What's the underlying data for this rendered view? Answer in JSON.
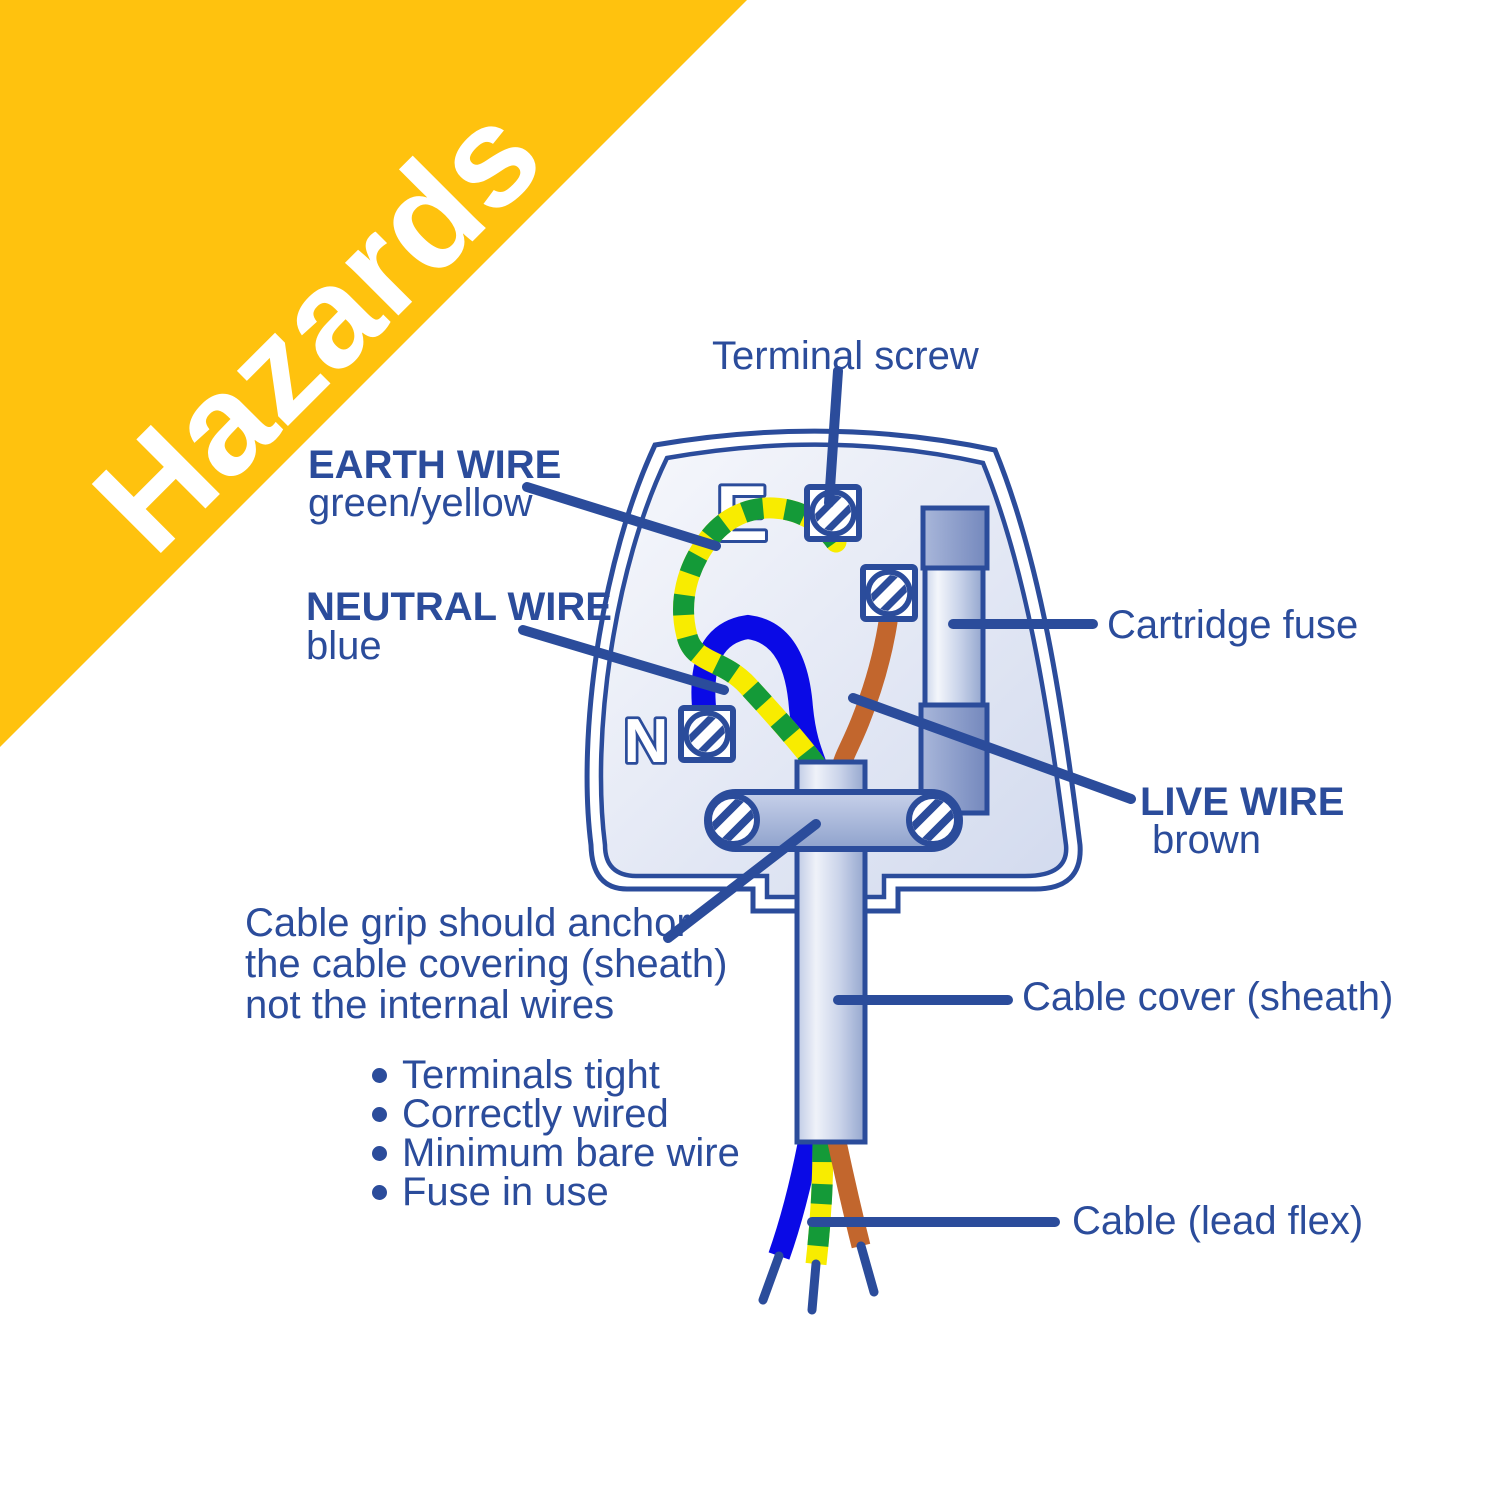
{
  "banner": {
    "text": "Hazards",
    "color": "#FFC20E",
    "text_color": "#FFFFFF"
  },
  "callouts": {
    "terminal_screw": "Terminal screw",
    "earth_title": "EARTH WIRE",
    "earth_sub": "green/yellow",
    "neutral_title": "NEUTRAL WIRE",
    "neutral_sub": "blue",
    "fuse": "Cartridge fuse",
    "live_title": "LIVE WIRE",
    "live_sub": "brown",
    "grip_note": [
      "Cable grip should anchor",
      "the cable covering (sheath)",
      "not the internal wires"
    ],
    "cable_cover": "Cable cover (sheath)",
    "cable_flex": "Cable (lead flex)"
  },
  "checklist": {
    "items": [
      "Terminals tight",
      "Correctly wired",
      "Minimum bare wire",
      "Fuse in use"
    ]
  },
  "plug": {
    "earth_terminal_letter": "E",
    "neutral_terminal_letter": "N"
  },
  "colors": {
    "accent_blue": "#2B4C9B",
    "banner_yellow": "#FFC20E",
    "earth_wire_yellow": "#F8EC00",
    "earth_wire_green": "#149A38",
    "neutral_wire_blue": "#0A0AE6",
    "live_wire_brown": "#C2662D",
    "plug_body_fill": "#E9EDF7"
  }
}
